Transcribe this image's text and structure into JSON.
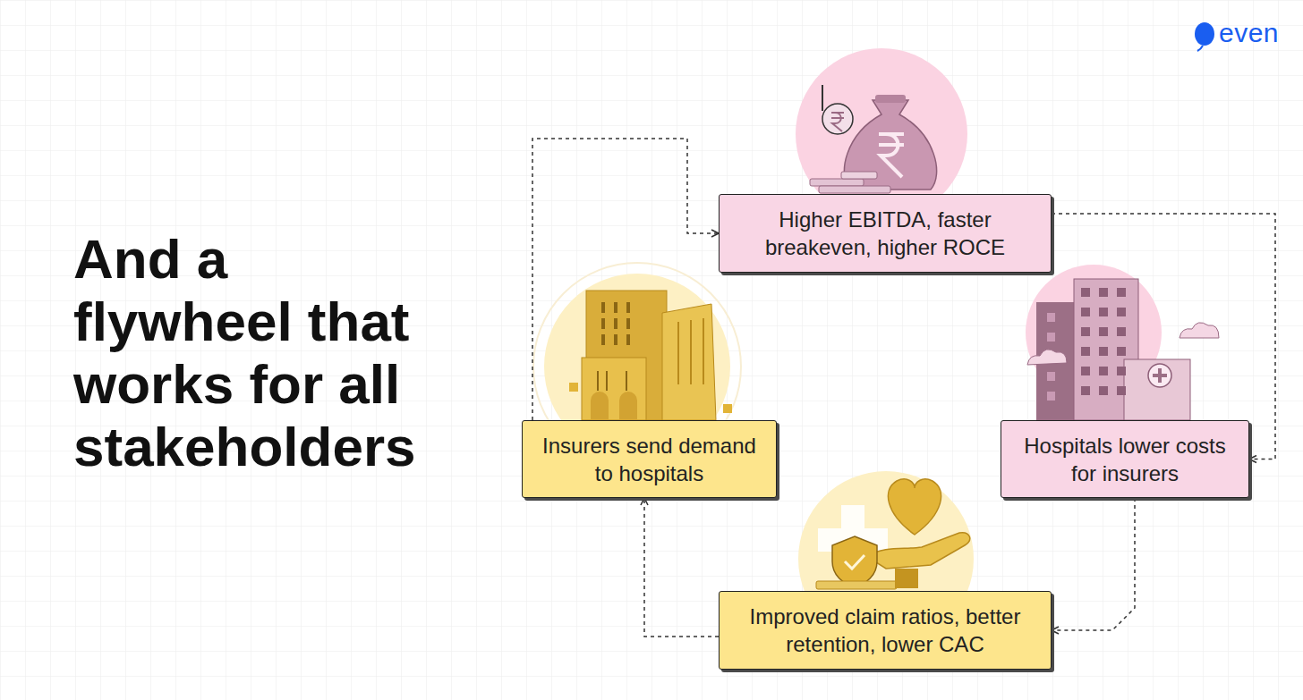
{
  "diagram": {
    "title": "And a flywheel that works for all stakeholders",
    "nodes": [
      {
        "text": [
          "Higher EBITDA, faster breakeven, higher ROCE"
        ]
      },
      {
        "text": [
          "Hospitals lower costs for insurers"
        ]
      },
      {
        "text": [
          "Improved claim ratios, better retention, lower CAC"
        ]
      },
      {
        "text": [
          "Insurers send demand to hospitals"
        ]
      }
    ],
    "edges": [
      {
        "from": 3,
        "to": 0,
        "arrow": "to"
      },
      {
        "from": 0,
        "to": 1,
        "arrow": "to"
      },
      {
        "from": 1,
        "to": 2,
        "arrow": "to"
      },
      {
        "from": 2,
        "to": 3,
        "arrow": "to"
      }
    ],
    "labels": [
      "even"
    ]
  }
}
